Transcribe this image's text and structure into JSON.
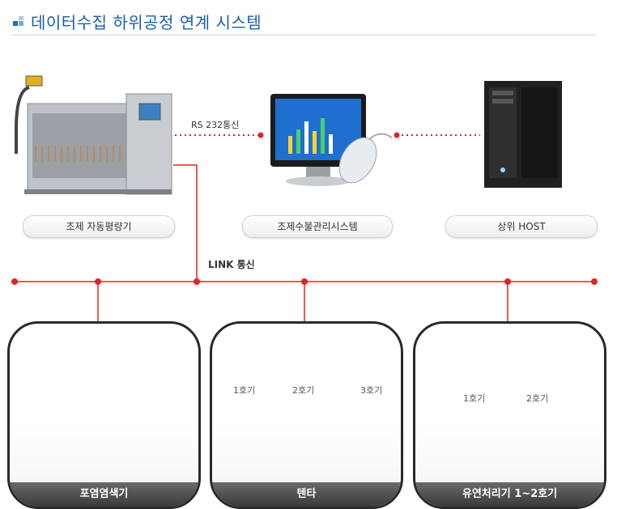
{
  "title": "데이터수집 하위공정 연계 시스템",
  "top_labels": {
    "rs232": "RS 232통신",
    "link": "LINK 통신"
  },
  "devices": [
    {
      "label": "조제 자동평량기"
    },
    {
      "label": "조제수불관리시스템"
    },
    {
      "label": "상위 HOST"
    }
  ],
  "panels": [
    {
      "footer": "포염염색기",
      "unit_labels": []
    },
    {
      "footer": "텐타",
      "unit_labels": [
        "1호기",
        "2호기",
        "3호기"
      ]
    },
    {
      "footer": "유연처리기 1~2호기",
      "unit_labels": [
        "1호기",
        "2호기"
      ]
    }
  ],
  "colors": {
    "accent": "#1c5fa6",
    "link_line": "#e32222"
  }
}
